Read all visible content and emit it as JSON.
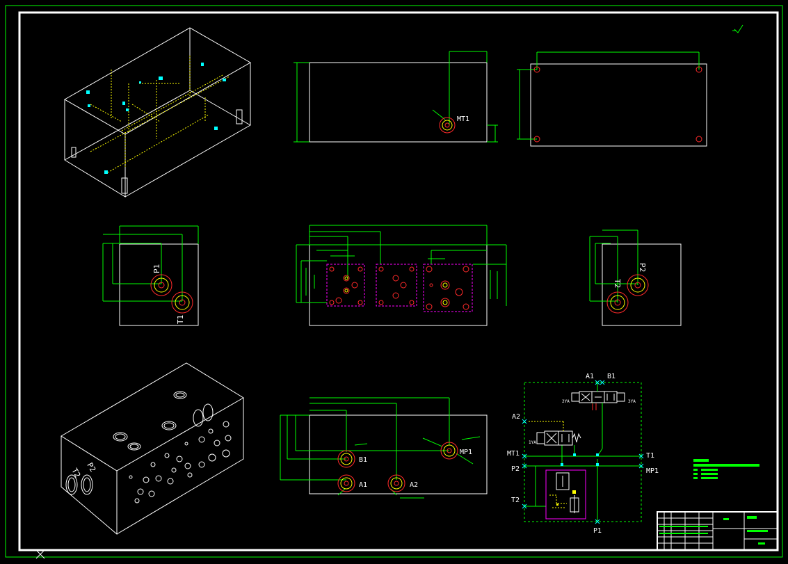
{
  "drawing": {
    "background": "#000000",
    "colors": {
      "frame_outer": "#00ff00",
      "frame_inner": "#ffffff",
      "part_outline": "#ffffff",
      "dimension": "#00ff00",
      "hole_red": "#ff2a2a",
      "hole_yellow": "#ffff00",
      "valve_pattern": "#ff00ff",
      "hidden_line": "#ffff00",
      "cyan_marker": "#00ffff"
    },
    "top_view": {
      "port_label": "MT1"
    },
    "side_view_left": {
      "port_labels": [
        "P1",
        "T1"
      ]
    },
    "side_view_right": {
      "port_labels": [
        "P2",
        "T2"
      ]
    },
    "iso_view_bottom": {
      "port_labels": [
        "P2",
        "T2"
      ]
    },
    "front_view_bottom": {
      "port_labels": [
        "B1",
        "A1",
        "A2",
        "MP1"
      ]
    },
    "schematic": {
      "port_labels": {
        "a1_top": "A1",
        "b1_top": "B1",
        "a2": "A2",
        "mt1": "MT1",
        "t1": "T1",
        "p2": "P2",
        "mp1": "MP1",
        "t2": "T2",
        "p1": "P1"
      },
      "solenoid_labels": [
        "2YA",
        "3YA",
        "1YA"
      ]
    }
  }
}
